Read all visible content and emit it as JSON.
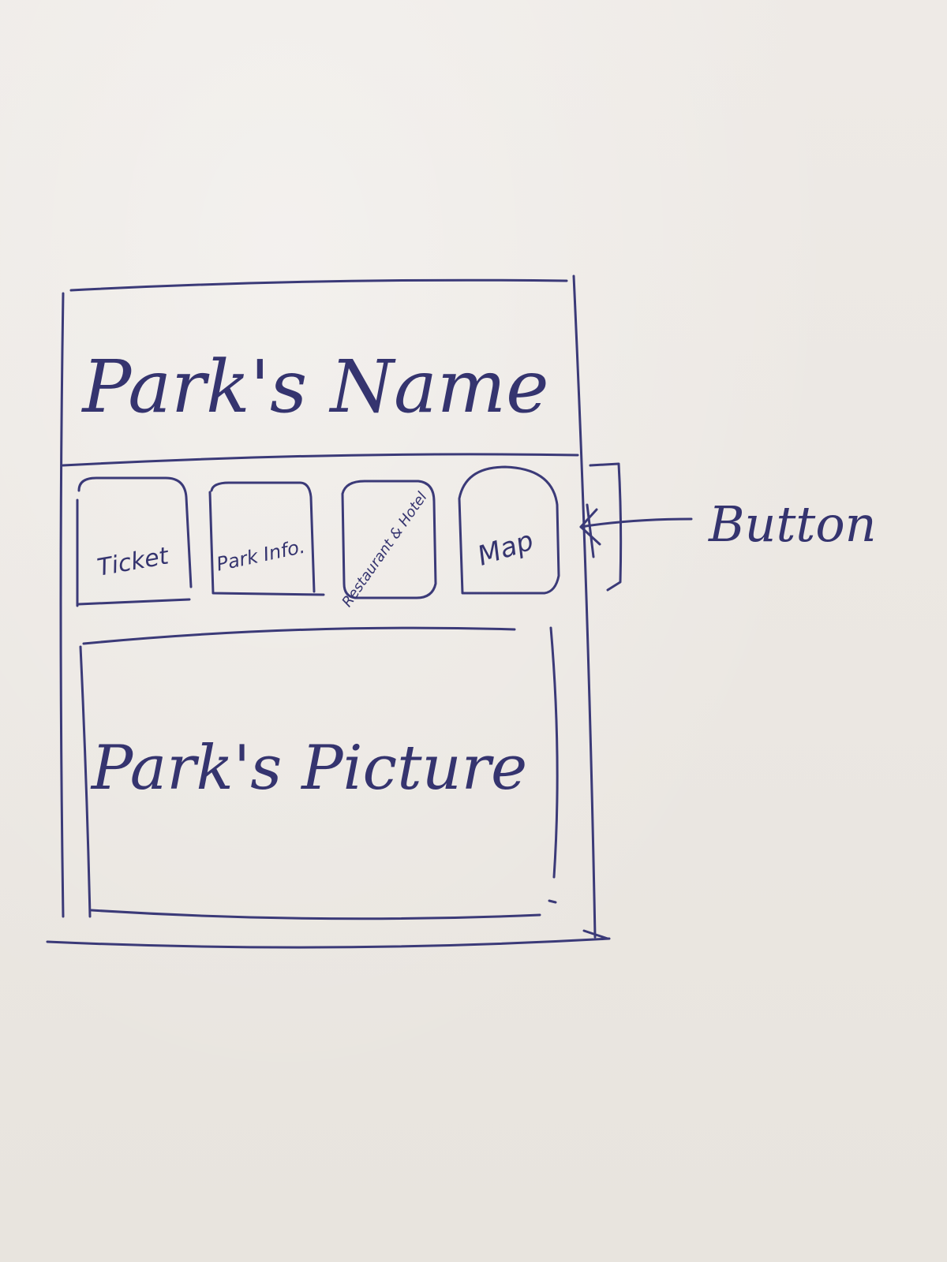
{
  "sketch": {
    "title": "Park's Name",
    "buttons": [
      {
        "label": "Ticket"
      },
      {
        "label": "Park Info."
      },
      {
        "label": "Restaurant & Hotel"
      },
      {
        "label": "Map"
      }
    ],
    "picture_label": "Park's Picture",
    "annotation": "Button"
  },
  "ink_color": "#3b3a78",
  "paper_color": "#ece8e3"
}
